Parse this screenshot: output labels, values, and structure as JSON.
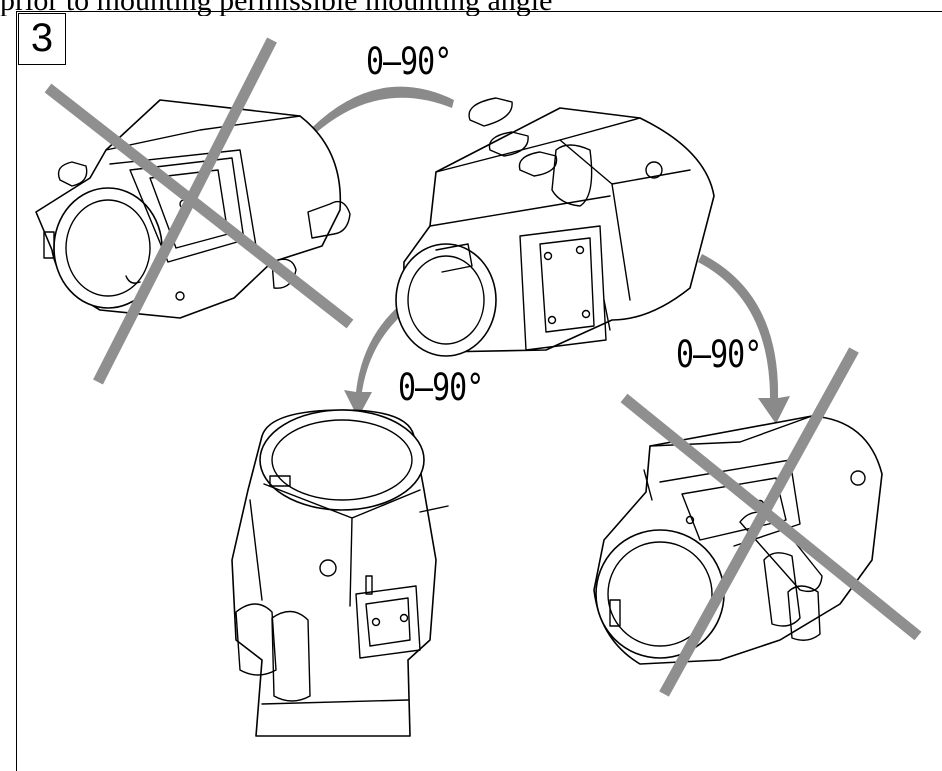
{
  "caption_text": "prior to mounting permissible mounting angle",
  "figure_number": "3",
  "rotation_labels": {
    "top": "0–90°",
    "left": "0–90°",
    "right": "0–90°"
  },
  "colors": {
    "cross_mark": "#8f8f8f",
    "arrow": "#8a8a8a",
    "line_art": "#000000"
  }
}
